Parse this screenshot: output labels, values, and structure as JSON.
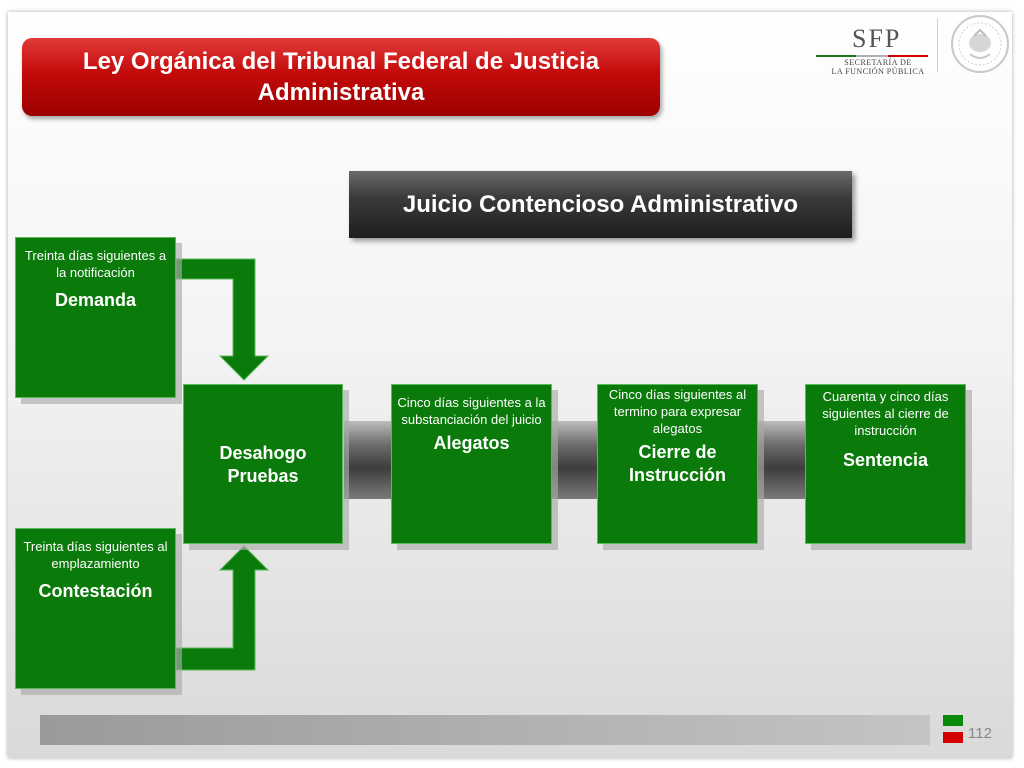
{
  "header": {
    "title": "Ley Orgánica del Tribunal Federal de Justicia Administrativa",
    "logo": {
      "acronym": "SFP",
      "line1": "SECRETARÍA DE",
      "line2": "LA FUNCIÓN PÚBLICA"
    },
    "seal_icon": "mexican-coat-of-arms"
  },
  "diagram": {
    "title": "Juicio Contencioso Administrativo",
    "stages": [
      {
        "id": "demanda",
        "note": "Treinta días siguientes a la notificación",
        "label": "Demanda"
      },
      {
        "id": "contestacion",
        "note": "Treinta días siguientes al emplazamiento",
        "label": "Contestación"
      },
      {
        "id": "desahogo",
        "note": "",
        "label": "Desahogo Pruebas"
      },
      {
        "id": "alegatos",
        "note": "Cinco días siguientes a la substanciación del juicio",
        "label": "Alegatos"
      },
      {
        "id": "cierre",
        "note": "Cinco días siguientes al termino para expresar alegatos",
        "label": "Cierre de Instrucción"
      },
      {
        "id": "sentencia",
        "note": "Cuarenta y cinco días siguientes al cierre de instrucción",
        "label": "Sentencia"
      }
    ]
  },
  "footer": {
    "page": "112"
  },
  "colors": {
    "stage_green": "#0a7a0a",
    "banner_red": "#c30a0a",
    "subtitle_dark": "#2a2a2a"
  }
}
